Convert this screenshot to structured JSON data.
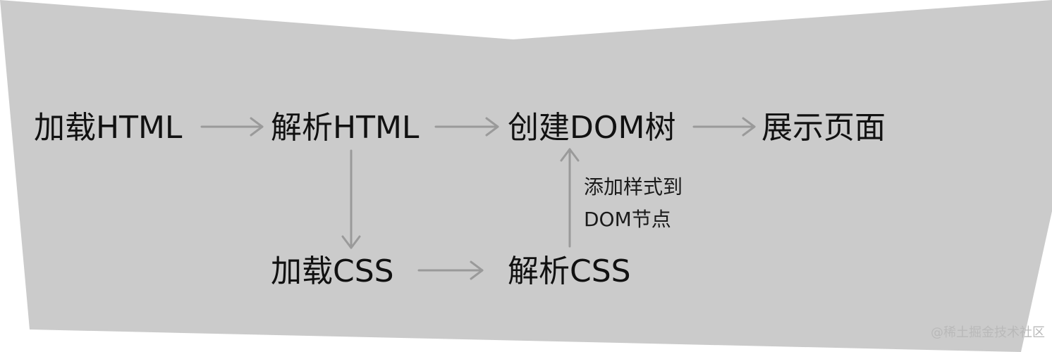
{
  "colors": {
    "background": "#cbcbcb",
    "arrow": "#9a9a9a",
    "text": "#111111",
    "watermark": "#b9b9b9"
  },
  "nodes": {
    "load_html": "加载HTML",
    "parse_html": "解析HTML",
    "create_dom": "创建DOM树",
    "show_page": "展示页面",
    "load_css": "加载CSS",
    "parse_css": "解析CSS"
  },
  "annotation": {
    "line1": "添加样式到",
    "line2": "DOM节点"
  },
  "watermark": "@稀土掘金技术社区"
}
